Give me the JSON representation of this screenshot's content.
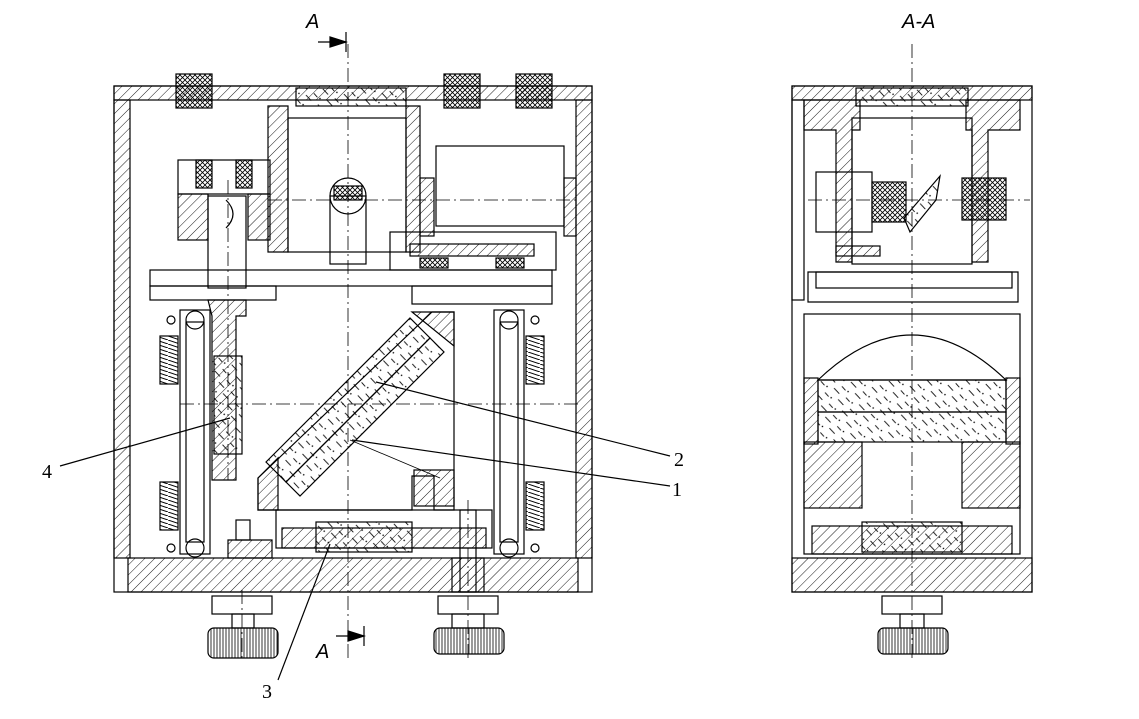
{
  "section_marks": {
    "top_cut_label": "A",
    "bottom_cut_label": "A",
    "section_view_title": "A-A"
  },
  "part_labels": {
    "p1": "1",
    "p2": "2",
    "p3": "3",
    "p4": "4"
  }
}
